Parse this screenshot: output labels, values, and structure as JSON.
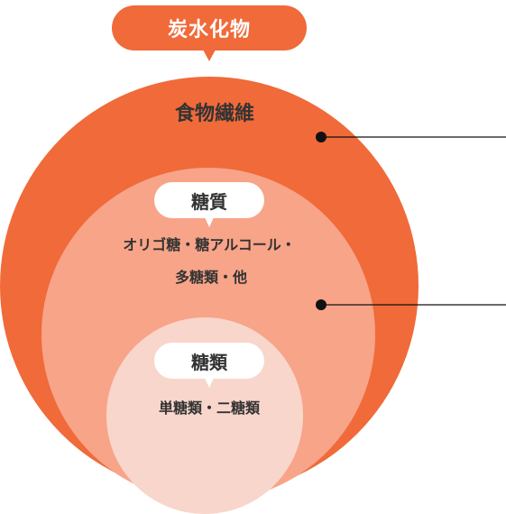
{
  "title": "炭水化物",
  "fiber": "食物繊維",
  "sugar": {
    "label": "糖質",
    "line1": "オリゴ糖・糖アルコール・",
    "line2": "多糖類・他"
  },
  "saccharide": {
    "label": "糖類",
    "description": "単糖類・二糖類"
  },
  "colors": {
    "outer": "#F06A3A",
    "middle": "#F8A488",
    "inner": "#F8D6CB",
    "label_bg": "#F06A3A",
    "line": "#111111"
  }
}
